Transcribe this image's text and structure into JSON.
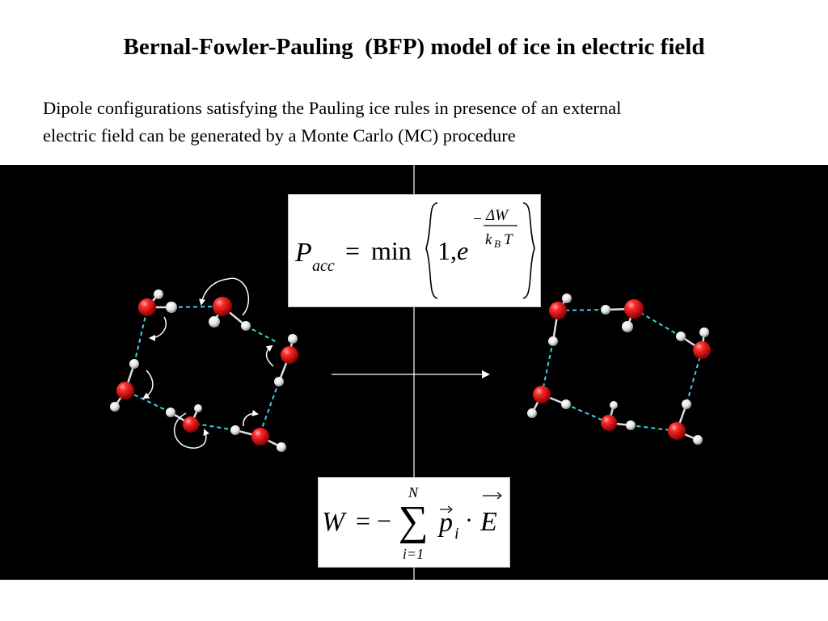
{
  "title": "Bernal-Fowler-Pauling  (BFP) model of ice in electric field",
  "description": {
    "line1": "Dipole configurations satisfying the Pauling ice rules in presence of an external",
    "line2": "electric field can be generated by a Monte Carlo (MC) procedure"
  },
  "formula_pacc": {
    "lhs_symbol": "P",
    "lhs_subscript": "acc",
    "equals": "=",
    "func": "min",
    "one_comma": "1,",
    "base": "e",
    "exp_minus": "−",
    "exp_numerator": "ΔW",
    "exp_denominator_k": "k",
    "exp_denominator_sub": "B",
    "exp_denominator_t": "T"
  },
  "formula_w": {
    "lhs": "W",
    "equals_minus": "= −",
    "sum_upper": "N",
    "sum_lower": "i=1",
    "p_symbol": "p",
    "p_subscript": "i",
    "dot": "·",
    "e_symbol": "E"
  },
  "colors": {
    "background": "#000000",
    "oxygen": "#e8141c",
    "hydrogen": "#f2f2f2",
    "hbond": "#3fd0e0",
    "arrow": "#ffffff"
  },
  "icons": [
    "mc-move-arrow-icon",
    "transition-arrow-icon"
  ]
}
